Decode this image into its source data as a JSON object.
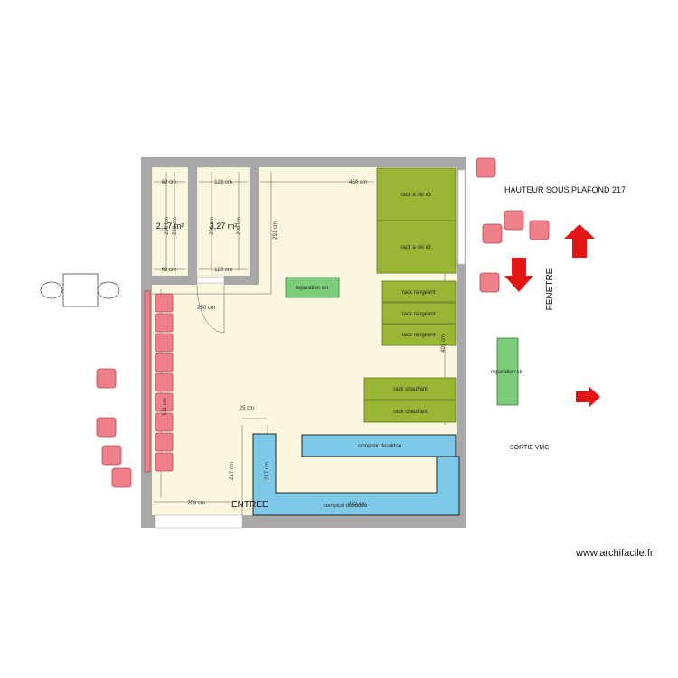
{
  "header": {
    "ceiling_height": "HAUTEUR SOUS PLAFOND 217"
  },
  "labels": {
    "fenetre": "FENETRE",
    "sortie_vmc": "SORTIE VMC",
    "entree": "ENTREE",
    "watermark": "www.archifacile.fr"
  },
  "rooms": {
    "room1_area": "2,17 m²",
    "room2_area": "3,27 m²"
  },
  "furniture": {
    "rack_ski_1": "rack a ski x3",
    "rack_ski_2": "rack a ski x3",
    "rack_rangeant_1": "rack rangeant",
    "rack_rangeant_2": "rack rangeant",
    "rack_rangeant_3": "rack rangeant",
    "rack_chauffant_1": "rack chauffant",
    "rack_chauffant_2": "rack chauffant",
    "reparation_ski_inside": "reparation ski",
    "reparation_ski_outside": "reparation ski",
    "comptoir_1": "comptoir douddou",
    "comptoir_2": "comptoir douddou"
  },
  "dimensions": {
    "d62_top": "62 cm",
    "d123_top": "123 cm",
    "d450": "450 cm",
    "d62_bottom": "62 cm",
    "d123_bottom": "123 cm",
    "d290_a": "290 cm",
    "d290_b": "290 cm",
    "d290_c": "290 cm",
    "d290_d": "290 cm",
    "d291": "291 cm",
    "d250": "250 cm",
    "d401": "401 cm",
    "d511": "511 cm",
    "d25": "25 cm",
    "d217_a": "217 cm",
    "d217_b": "217 cm",
    "d208": "208 cm",
    "d462": "462 cm"
  },
  "colors": {
    "floor": "#fbf7df",
    "wall": "#a8a8a8",
    "chair": "#ef7f88",
    "rack_green": "#9bb534",
    "repair_green": "#7ccc7a",
    "counter_blue": "#7ec8e8",
    "arrow_red": "#e41414"
  }
}
